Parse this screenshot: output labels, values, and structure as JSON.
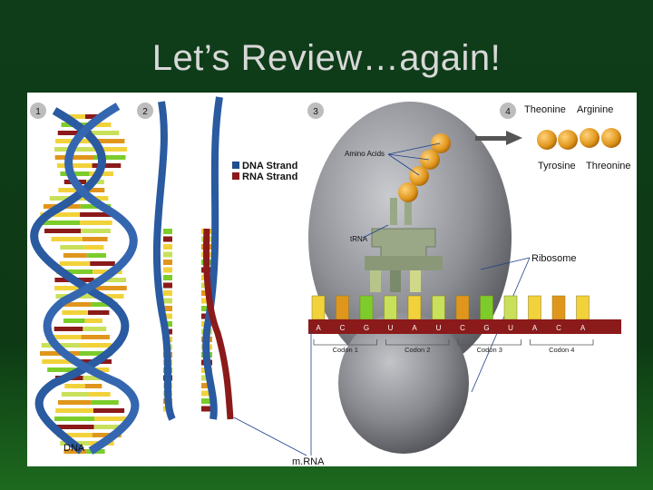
{
  "slide": {
    "title": "Let’s Review…again!"
  },
  "steps": [
    "1",
    "2",
    "3",
    "4"
  ],
  "legend": {
    "dna": "DNA Strand",
    "rna": "RNA Strand",
    "dna_color": "#1f4e8c",
    "rna_color": "#8b1a1a"
  },
  "labels": {
    "dna": "DNA",
    "mrna": "m.RNA",
    "trna": "tRNA",
    "amino_acids": "Amino Acids",
    "ribosome": "Ribosome"
  },
  "amino_names": {
    "top_left": "Theonine",
    "top_right": "Arginine",
    "bottom_left": "Tyrosine",
    "bottom_right": "Threonine"
  },
  "bases": [
    "A",
    "C",
    "G",
    "U",
    "A",
    "U",
    "C",
    "G",
    "U",
    "A",
    "C",
    "A"
  ],
  "codons": [
    "Codon 1",
    "Codon 2",
    "Codon 3",
    "Codon 4"
  ],
  "colors": {
    "amino": "#e0961c",
    "ribosome": "#8e9096",
    "trna": "#9aa888",
    "strand": "#2a5aa0"
  }
}
